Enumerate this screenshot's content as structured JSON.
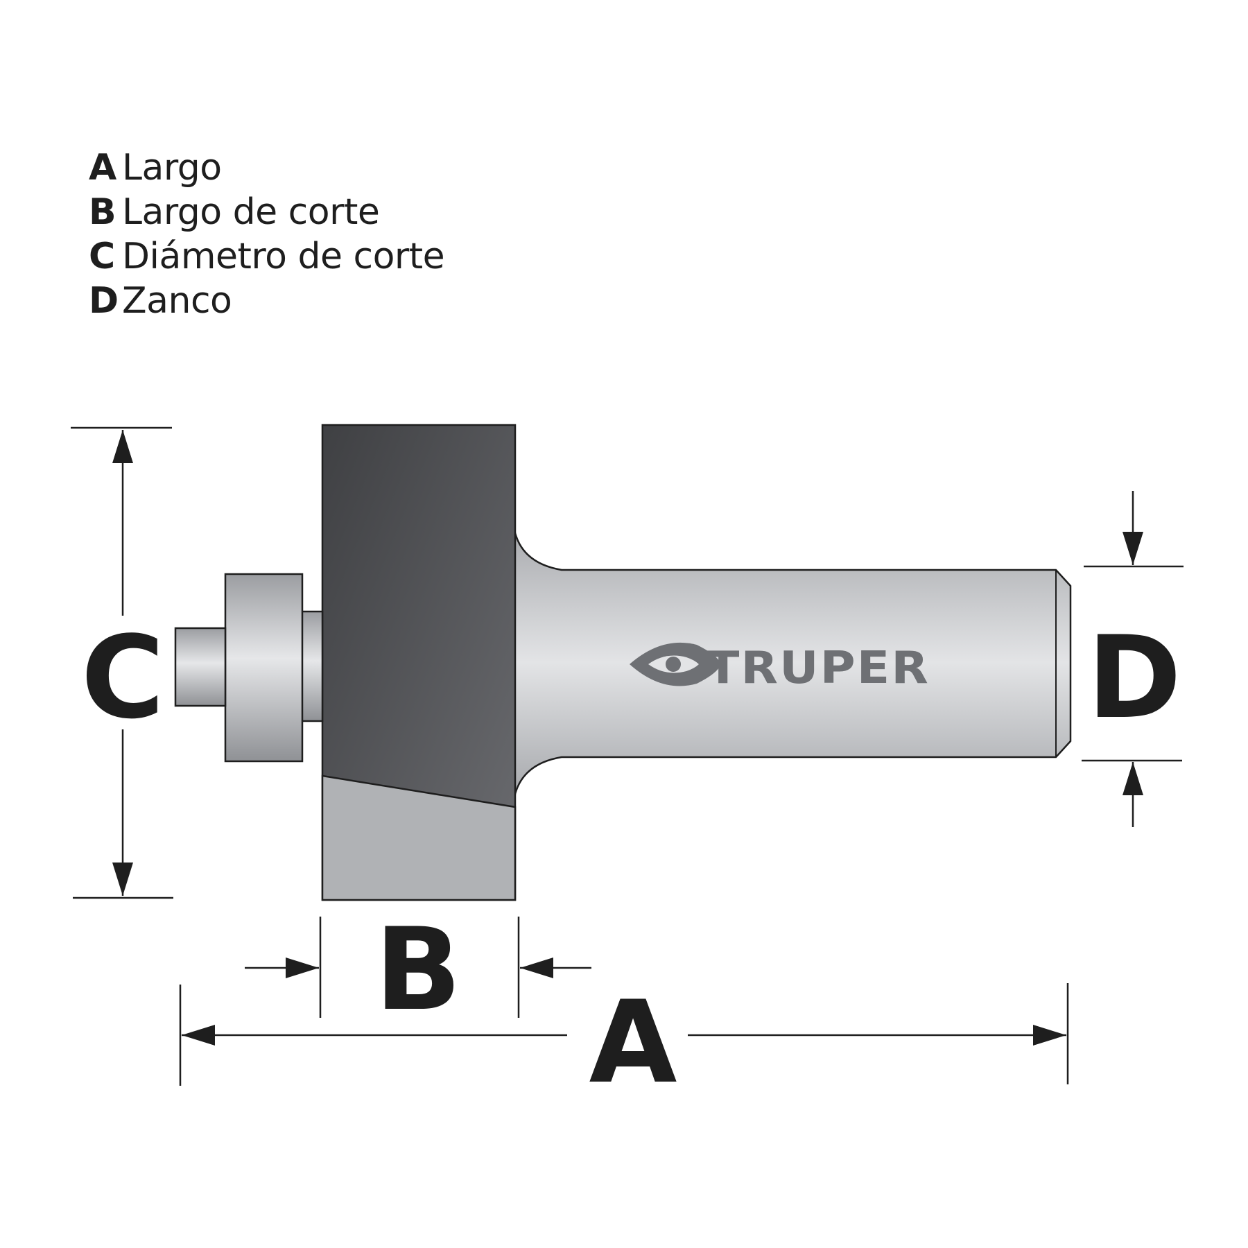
{
  "legend": [
    {
      "key": "A",
      "text": "Largo"
    },
    {
      "key": "B",
      "text": "Largo de corte"
    },
    {
      "key": "C",
      "text": "Diámetro de corte"
    },
    {
      "key": "D",
      "text": "Zanco"
    }
  ],
  "dimension_labels": {
    "a": "A",
    "b": "B",
    "c": "C",
    "d": "D"
  },
  "brand": {
    "name": "TRUPER",
    "logo_icon": "truper-logo-icon"
  },
  "colors": {
    "line": "#1e1e1e",
    "cutter_dark": "#48494c",
    "cutter_light": "#b0b2b5",
    "metal_light": "#e4e5e7",
    "metal_dark": "#a3a5a9",
    "brand_gray": "#6e7074"
  }
}
